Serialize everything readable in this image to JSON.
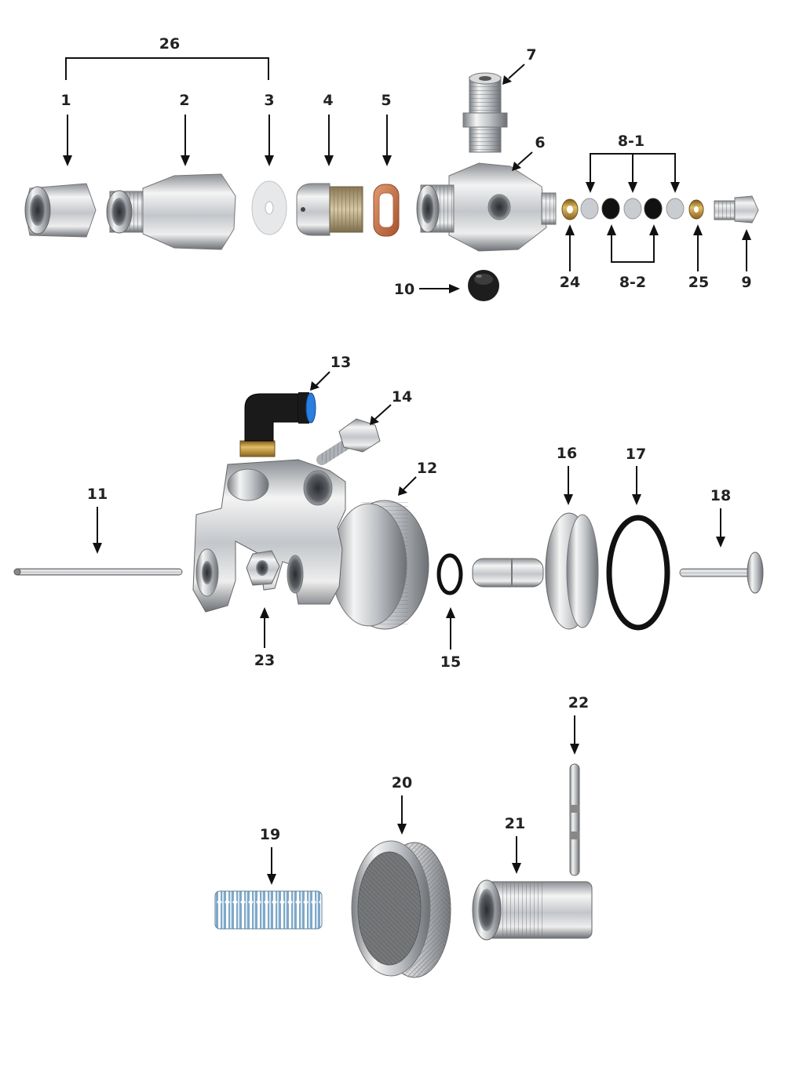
{
  "diagram": {
    "labels": {
      "p1": "1",
      "p2": "2",
      "p3": "3",
      "p4": "4",
      "p5": "5",
      "p6": "6",
      "p7": "7",
      "p8_1": "8-1",
      "p8_2": "8-2",
      "p9": "9",
      "p10": "10",
      "p11": "11",
      "p12": "12",
      "p13": "13",
      "p14": "14",
      "p15": "15",
      "p16": "16",
      "p17": "17",
      "p18": "18",
      "p19": "19",
      "p20": "20",
      "p21": "21",
      "p22": "22",
      "p23": "23",
      "p24": "24",
      "p25": "25",
      "p26": "26"
    },
    "colors": {
      "chrome_light": "#f2f2f2",
      "chrome_mid": "#b9bcc0",
      "chrome_dark": "#5d6166",
      "copper": "#c8734b",
      "brass": "#b8892e",
      "rubber": "#111111",
      "blue_fitting": "#2a7de1"
    }
  }
}
